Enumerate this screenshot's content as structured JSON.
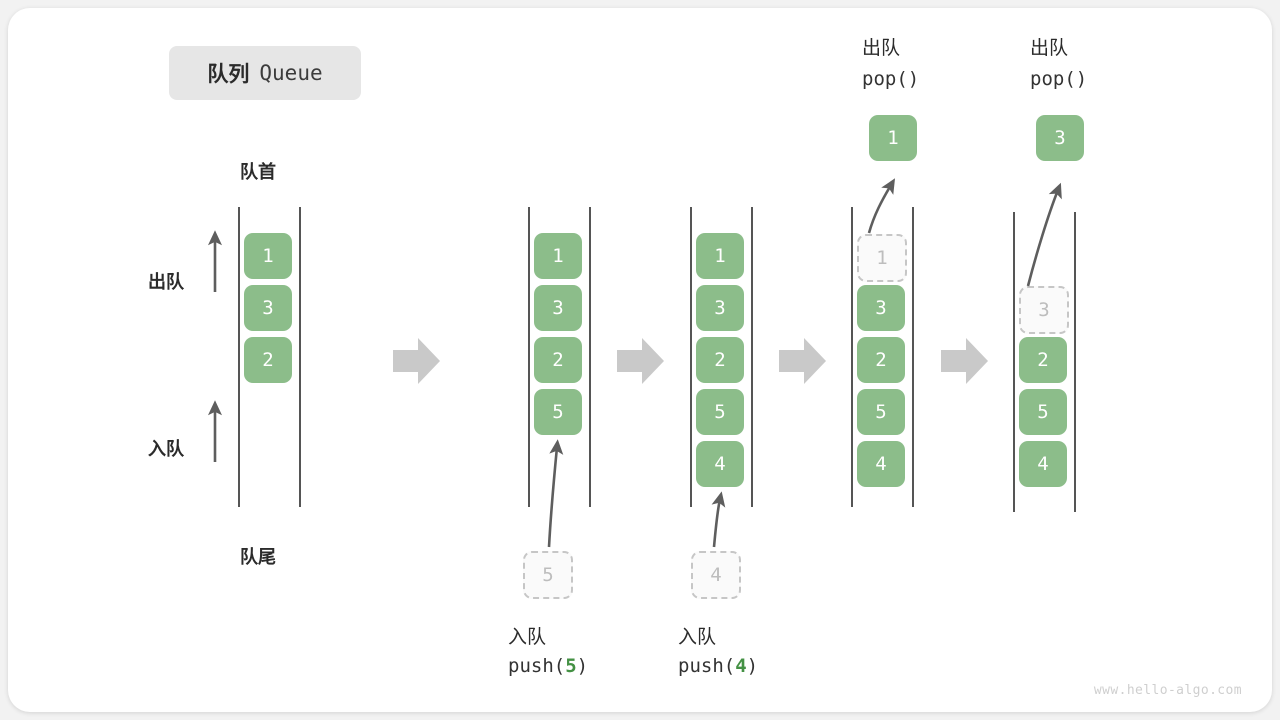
{
  "title": {
    "cn": "队列",
    "en": "Queue"
  },
  "labels": {
    "head": "队首",
    "tail": "队尾",
    "dequeue": "出队",
    "enqueue": "入队"
  },
  "watermark": "www.hello-algo.com",
  "colors": {
    "cell_green": "#8cbd8a",
    "cell_text": "#ffffff",
    "ghost_fill": "#fafafa",
    "ghost_border": "#c6c6c6",
    "ghost_text": "#bdbdbd",
    "rail": "#555555",
    "arrow_gray": "#c9c9c9",
    "curve_arrow": "#5e5e5e",
    "accent_number": "#449144",
    "card_bg": "#ffffff",
    "page_bg": "#f2f2f2",
    "chip_bg": "#e6e6e6"
  },
  "columns": [
    {
      "id": "initial",
      "side_labels": {
        "dequeue": "出队",
        "enqueue": "入队"
      },
      "top_label": "队首",
      "bottom_label": "队尾",
      "cells": [
        "1",
        "3",
        "2"
      ]
    },
    {
      "id": "push-5",
      "cells": [
        "1",
        "3",
        "2",
        "5"
      ],
      "incoming": "5",
      "op_cn": "入队",
      "op_code_prefix": "push(",
      "op_code_value": "5",
      "op_code_suffix": ")"
    },
    {
      "id": "push-4",
      "cells": [
        "1",
        "3",
        "2",
        "5",
        "4"
      ],
      "incoming": "4",
      "op_cn": "入队",
      "op_code_prefix": "push(",
      "op_code_value": "4",
      "op_code_suffix": ")"
    },
    {
      "id": "pop-1",
      "cells": [
        "3",
        "2",
        "5",
        "4"
      ],
      "ghost": "1",
      "popped": "1",
      "op_cn": "出队",
      "op_code": "pop()"
    },
    {
      "id": "pop-3",
      "cells": [
        "2",
        "5",
        "4"
      ],
      "ghost": "3",
      "popped": "3",
      "op_cn": "出队",
      "op_code": "pop()"
    }
  ],
  "transition_arrows": 4
}
